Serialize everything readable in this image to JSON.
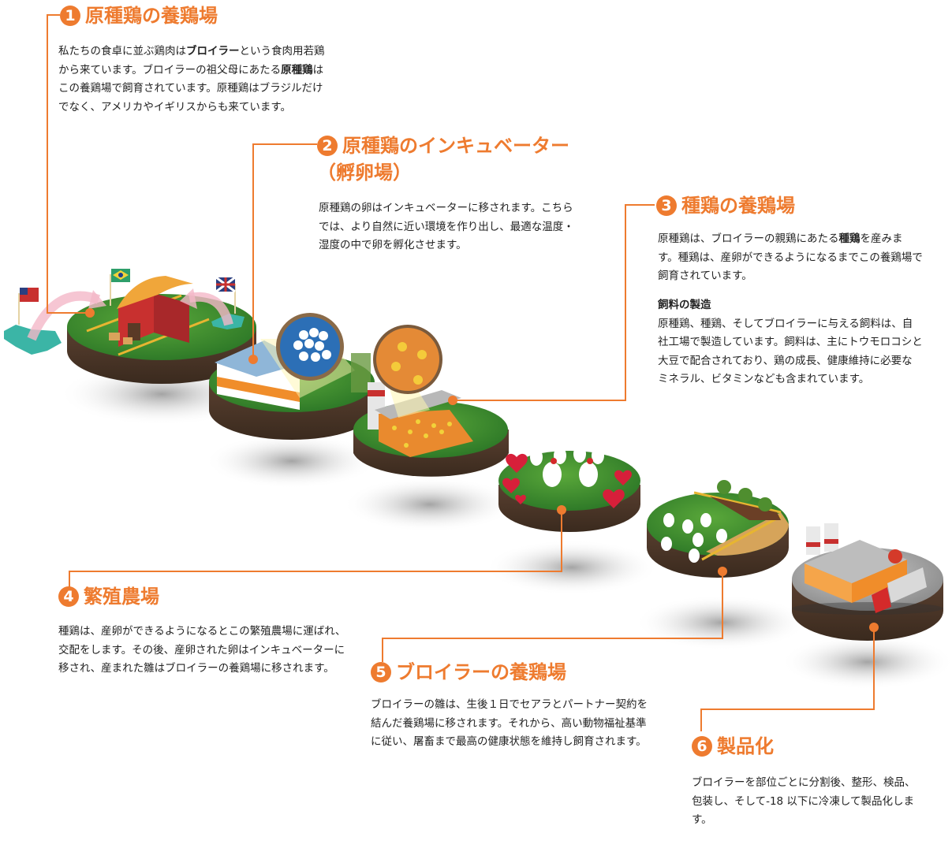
{
  "accent_color": "#ee7b2f",
  "steps": [
    {
      "number": "1",
      "title": "原種鶏の養鶏場",
      "desc": [
        {
          "t": "私たちの食卓に並ぶ鶏肉は"
        },
        {
          "t": "ブロイラー",
          "b": true
        },
        {
          "t": "という食肉用若鶏から来ています。ブロイラーの祖父母にあたる"
        },
        {
          "t": "原種鶏",
          "b": true
        },
        {
          "t": "はこの養鶏場で飼育されています。原種鶏はブラジルだけでなく、アメリカやイギリスからも来ています。"
        }
      ],
      "illustration": "grandparent-farm-with-flags-brazil-usa-uk"
    },
    {
      "number": "2",
      "title": "原種鶏のインキュベーター（孵卵場）",
      "desc": [
        {
          "t": "原種鶏の卵はインキュベーターに移されます。こちらでは、より自然に近い環境を作り出し、最適な温度・湿度の中で卵を孵化させます。"
        }
      ],
      "illustration": "incubator-hatchery-with-eggs"
    },
    {
      "number": "3",
      "title": "種鶏の養鶏場",
      "desc": [
        {
          "t": "原種鶏は、ブロイラーの親鶏にあたる"
        },
        {
          "t": "種鶏",
          "b": true
        },
        {
          "t": "を産みます。種鶏は、産卵ができるようになるまでこの養鶏場で飼育されています。"
        }
      ],
      "subsection": {
        "heading": "飼料の製造",
        "text": "原種鶏、種鶏、そしてブロイラーに与える飼料は、自社工場で製造しています。飼料は、主にトウモロコシと大豆で配合されており、鶏の成長、健康維持に必要なミネラル、ビタミンなども含まれています。"
      },
      "illustration": "parent-stock-farm-with-chicks"
    },
    {
      "number": "4",
      "title": "繁殖農場",
      "desc": [
        {
          "t": "種鶏は、産卵ができるようになるとこの繁殖農場に運ばれ、交配をします。その後、産卵された卵はインキュベーターに移され、産まれた雛はブロイラーの養鶏場に移されます。"
        }
      ],
      "illustration": "breeding-farm-with-hearts"
    },
    {
      "number": "5",
      "title": "ブロイラーの養鶏場",
      "desc": [
        {
          "t": "ブロイラーの雛は、生後１日でセアラとパートナー契約を結んだ養鶏場に移されます。それから、高い動物福祉基準に従い、屠畜まで最高の健康状態を維持し飼育されます。"
        }
      ],
      "illustration": "broiler-farm-with-fence"
    },
    {
      "number": "6",
      "title": "製品化",
      "desc": [
        {
          "t": "ブロイラーを部位ごとに分割後、整形、検品、包装し、そして-18  以下に冷凍して製品化します。"
        }
      ],
      "illustration": "processing-plant-with-truck"
    }
  ]
}
